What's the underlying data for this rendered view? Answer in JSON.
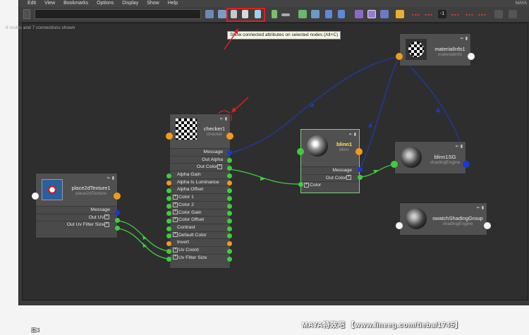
{
  "menubar": {
    "items": [
      "Edit",
      "View",
      "Bookmarks",
      "Options",
      "Display",
      "Show",
      "Help"
    ],
    "site_mark": "MAYA"
  },
  "tooltip": "Show connected attributes on selected nodes (Alt+C)",
  "status": "6 nodes and 7 connections shown",
  "toolbar_value": "-1",
  "nodes": {
    "place2d": {
      "title": "place2dTexture1",
      "type": "place2dTexture",
      "attrs": [
        "Message",
        "Out UV",
        "Out Uv Filter Size"
      ]
    },
    "checker": {
      "title": "checker1",
      "type": "checker",
      "out_attrs": [
        "Message",
        "Out Alpha",
        "Out Color"
      ],
      "in_attrs": [
        "Alpha Gain",
        "Alpha Is Luminance",
        "Alpha Offset",
        "Color 1",
        "Color 2",
        "Color Gain",
        "Color Offset",
        "Contrast",
        "Default Color",
        "Invert",
        "Uv Coord",
        "Uv Filter Size"
      ]
    },
    "blinn": {
      "title": "blinn1",
      "type": "blinn",
      "out_attrs": [
        "Message",
        "Out Color"
      ],
      "in_attrs": [
        "Color"
      ]
    },
    "materialInfo": {
      "title": "materialInfo1",
      "type": "materialInfo"
    },
    "blinnSG": {
      "title": "blinn1SG",
      "type": "shadingEngine"
    },
    "swatchSG": {
      "title": "swatchShadingGroup",
      "type": "shadingEngine"
    }
  },
  "colors": {
    "connection_green": "#3fcc3f",
    "connection_blue": "#1f3ba8",
    "highlight_red": "#e02020"
  },
  "caption": "图3",
  "watermark": "MAYA特效吧 【www.lineeg.com/tieba/1745】"
}
